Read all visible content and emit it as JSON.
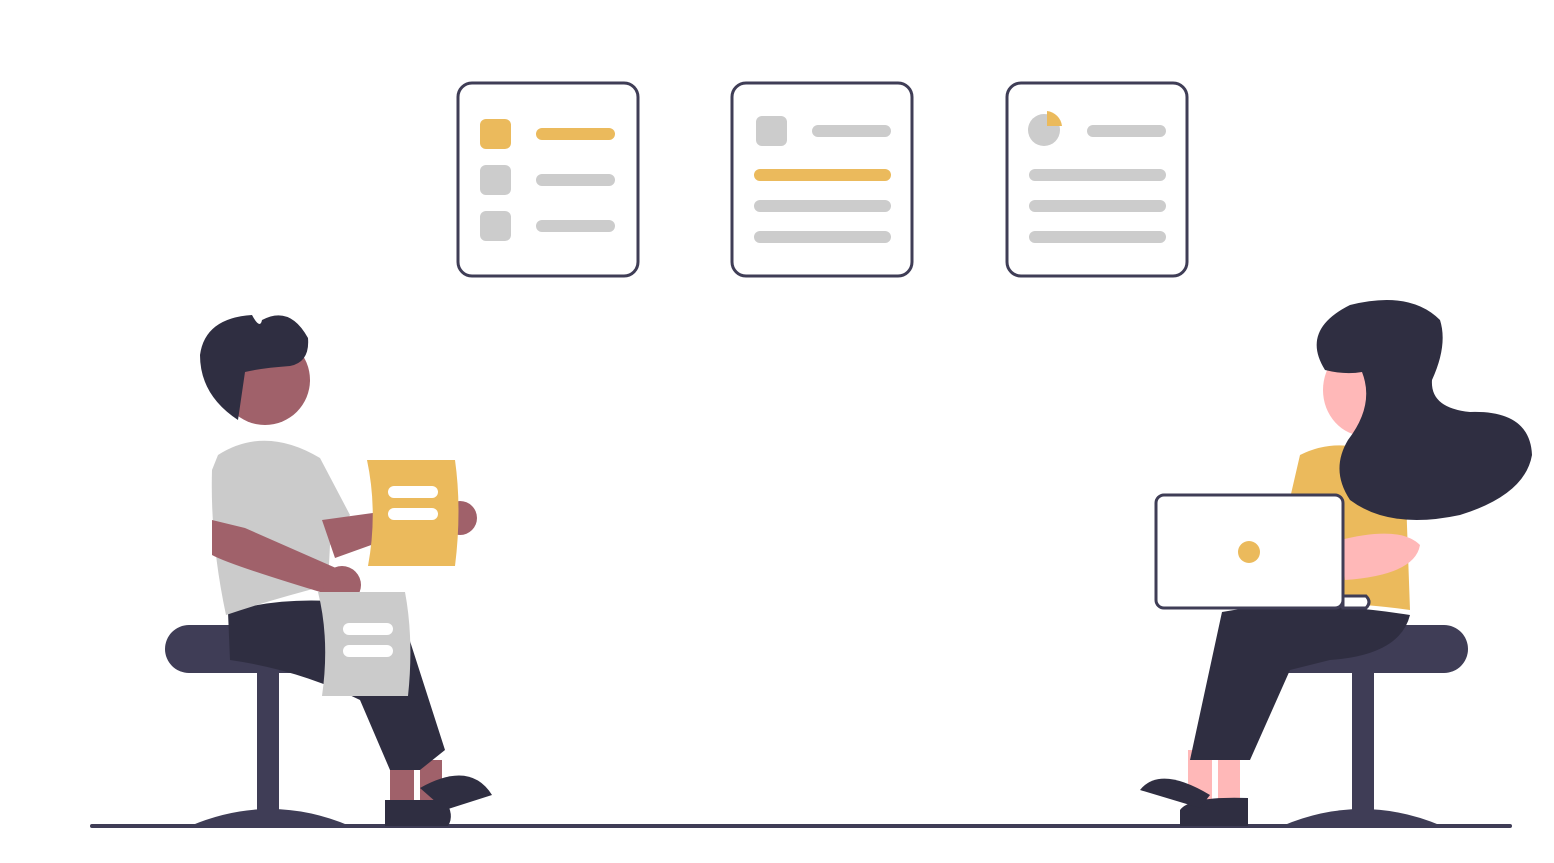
{
  "colors": {
    "background": "#ffffff",
    "dark": "#2f2e41",
    "seat": "#3f3d56",
    "accent": "#ebba5c",
    "gray": "#cccccc",
    "skin_man": "#a0616a",
    "skin_woman": "#ffb8b8",
    "shirt_man": "#cbcbcb",
    "shirt_woman": "#ebba5c"
  },
  "cards": [
    {
      "name": "card-list",
      "variant": "list"
    },
    {
      "name": "card-text",
      "variant": "text"
    },
    {
      "name": "card-pie",
      "variant": "pie"
    }
  ]
}
